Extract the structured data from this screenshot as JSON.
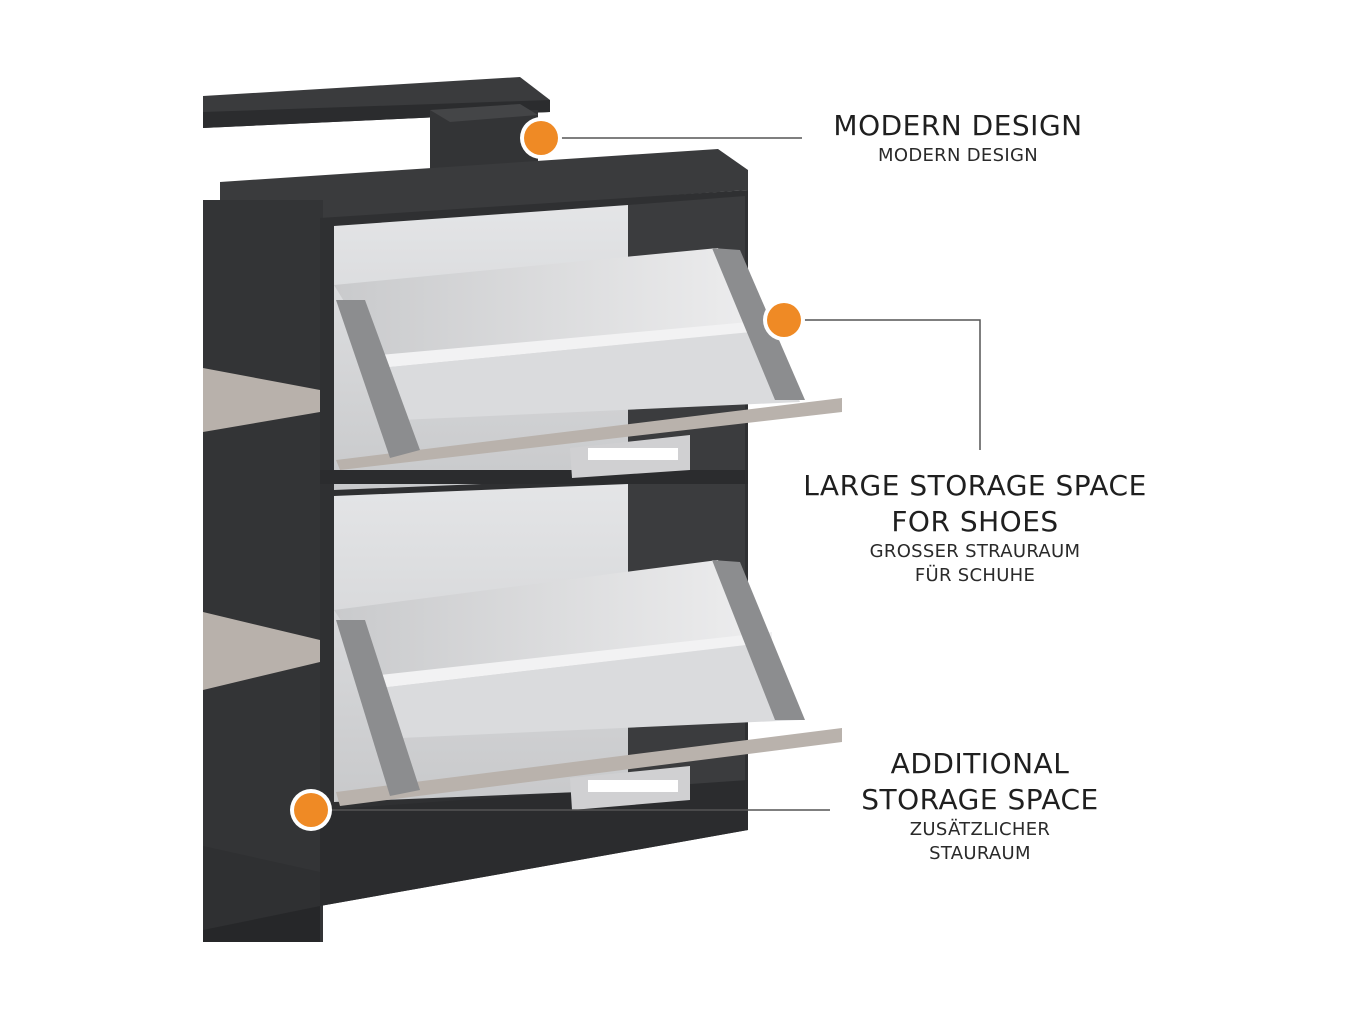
{
  "callouts": {
    "design": {
      "title": "MODERN DESIGN",
      "subtitle": "MODERN DESIGN"
    },
    "storage": {
      "title_line1": "LARGE STORAGE SPACE",
      "title_line2": "FOR SHOES",
      "subtitle_line1": "GROSSER STRAURAUM",
      "subtitle_line2": "FÜR SCHUHE"
    },
    "additional": {
      "title_line1": "ADDITIONAL",
      "title_line2": "STORAGE SPACE",
      "subtitle_line1": "ZUSÄTZLICHER",
      "subtitle_line2": "STAURAUM"
    }
  },
  "colors": {
    "marker": "#ef8a25",
    "cabinet": "#3a3b3d",
    "cabinet_dark": "#2b2c2e",
    "shelf": "#b8b1ab",
    "panel": "#d8d9db"
  }
}
